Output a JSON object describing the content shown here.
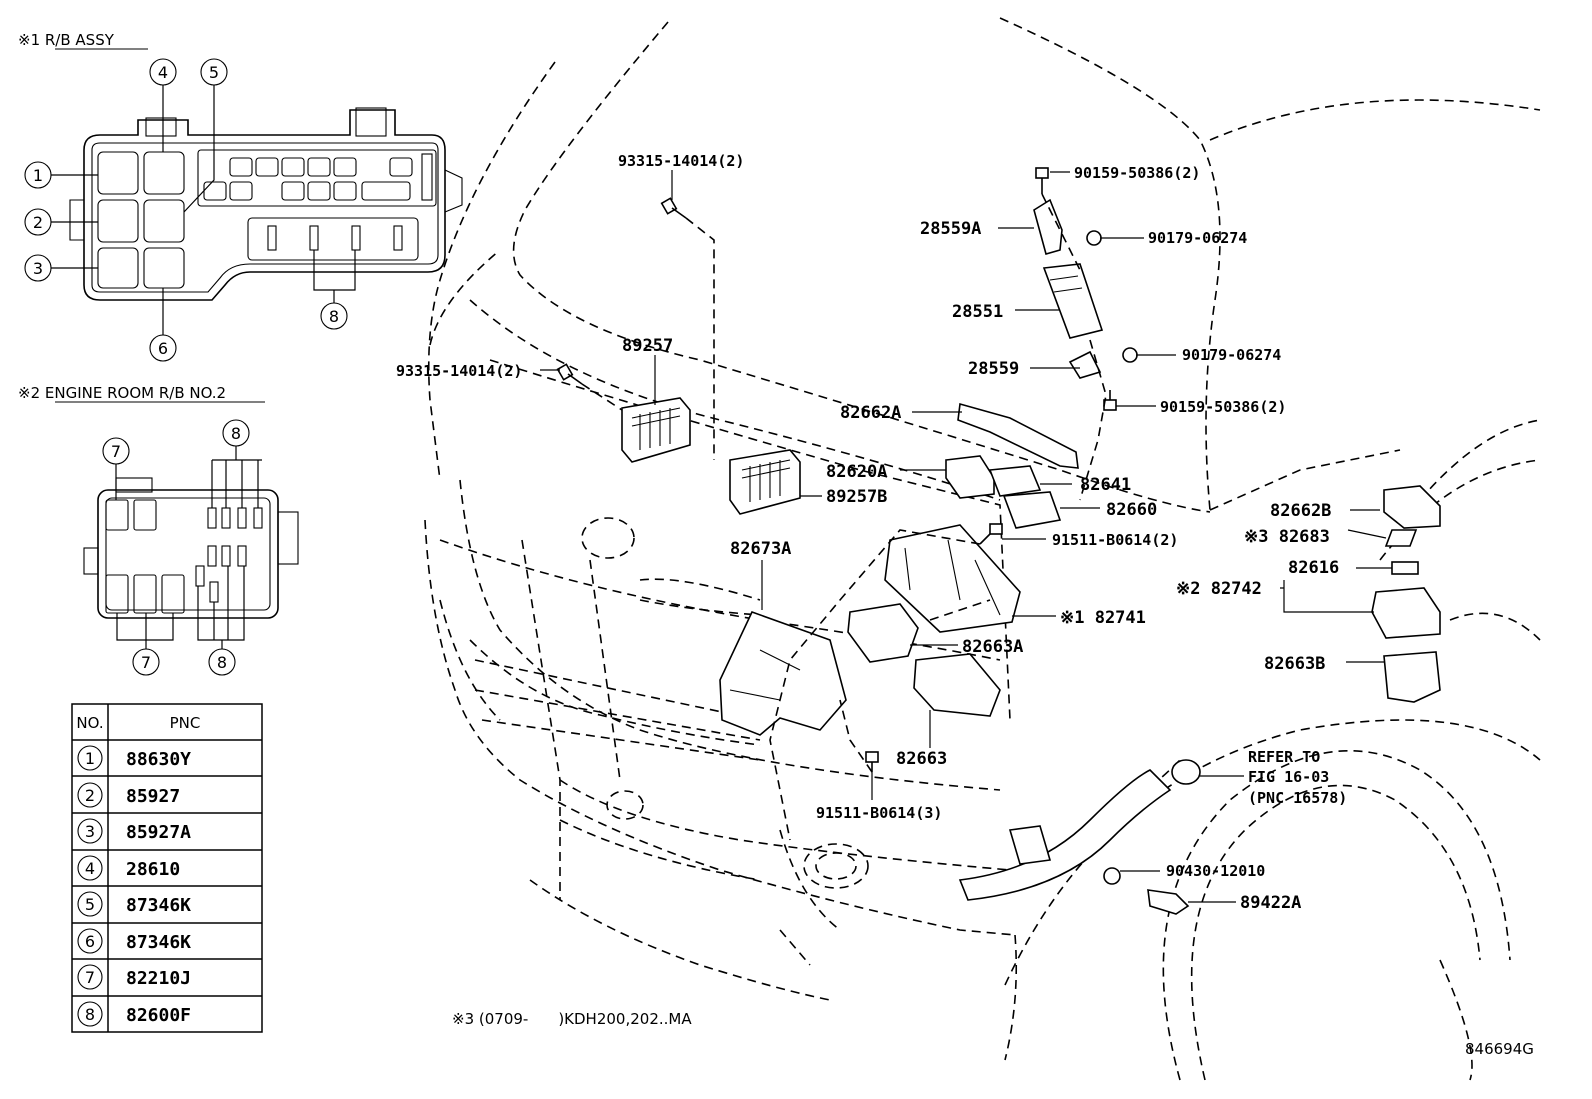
{
  "diagram_id": "846694G",
  "footnote": "※3 (0709-　　)KDH200,202..MA",
  "insets": {
    "rb_assy": {
      "title": "※1 R/B ASSY"
    },
    "engine_room_rb2": {
      "title": "※2 ENGINE ROOM R/B NO.2"
    }
  },
  "legend_table": {
    "headers": [
      "NO.",
      "PNC"
    ],
    "rows": [
      {
        "no": "1",
        "pnc": "88630Y"
      },
      {
        "no": "2",
        "pnc": "85927"
      },
      {
        "no": "3",
        "pnc": "85927A"
      },
      {
        "no": "4",
        "pnc": "28610"
      },
      {
        "no": "5",
        "pnc": "87346K"
      },
      {
        "no": "6",
        "pnc": "87346K"
      },
      {
        "no": "7",
        "pnc": "82210J"
      },
      {
        "no": "8",
        "pnc": "82600F"
      }
    ]
  },
  "callouts": {
    "c93315_top": "93315-14014(2)",
    "c93315_left": "93315-14014(2)",
    "c89257": "89257",
    "c89257B": "89257B",
    "c90159_top": "90159-50386(2)",
    "c28559A": "28559A",
    "c90179_top": "90179-06274",
    "c28551": "28551",
    "c28559": "28559",
    "c90179_bot": "90179-06274",
    "c90159_bot": "90159-50386(2)",
    "c82662A": "82662A",
    "c82620A": "82620A",
    "c82641": "82641",
    "c82660": "82660",
    "c91511_top": "91511-B0614(2)",
    "c82673A": "82673A",
    "c82741": "※1 82741",
    "c82663A": "82663A",
    "c82663": "82663",
    "c91511_bot": "91511-B0614(3)",
    "c82662B": "82662B",
    "c82683": "※3 82683",
    "c82742": "※2 82742",
    "c82616": "82616",
    "c82663B": "82663B",
    "c90430": "90430-12010",
    "c89422A": "89422A",
    "refer_line1": "REFER TO",
    "refer_line2": "FIG 16-03",
    "refer_line3": "(PNC 16578)"
  }
}
